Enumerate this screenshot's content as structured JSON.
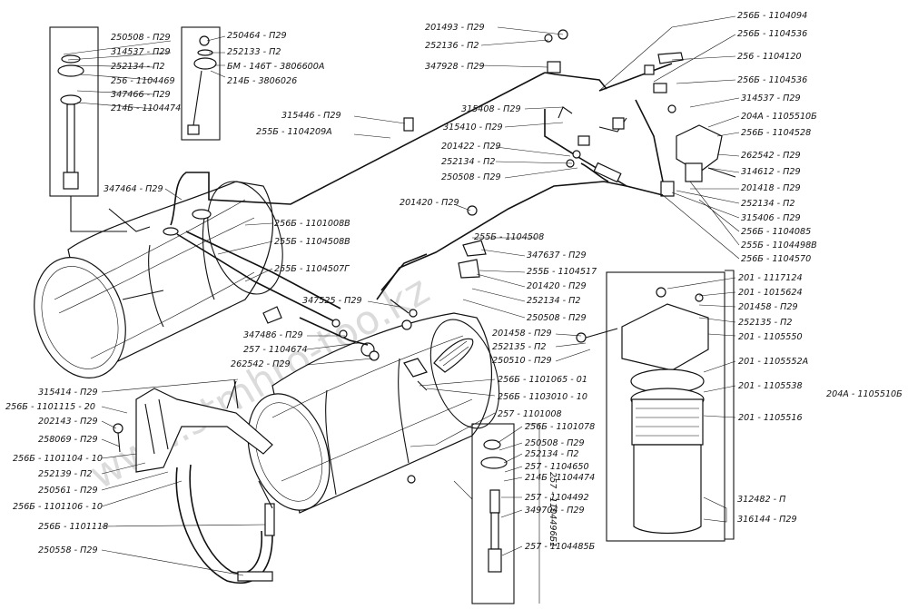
{
  "watermark": "www.stmhro-too.kz",
  "labels": {
    "l1": "250508 - П29",
    "l2": "314537 - П29",
    "l3": "252134 - П2",
    "l4": "256 - 1104469",
    "l5": "347466 - П29",
    "l6": "214Б - 1104474",
    "l7": "250464 - П29",
    "l8": "252133 - П2",
    "l9": "БМ - 146Т - 3806600А",
    "l10": "214Б - 3806026",
    "l11": "201493 - П29",
    "l12": "252136 - П2",
    "l13": "347928 - П29",
    "l14": "256Б - 1104094",
    "l15": "256Б - 1104536",
    "l16": "256 - 1104120",
    "l17": "256Б - 1104536",
    "l18": "314537 - П29",
    "l19": "204А - 1105510Б",
    "l20": "256Б - 1104528",
    "l21": "262542 - П29",
    "l22": "314612 - П29",
    "l23": "201418 - П29",
    "l24": "252134 - П2",
    "l25": "315406 - П29",
    "l26": "256Б - 1104085",
    "l27": "255Б - 1104498В",
    "l28": "256Б - 1104570",
    "l29": "315446 - П29",
    "l30": "255Б - 1104209А",
    "l31": "315408 - П29",
    "l32": "315410 - П29",
    "l33": "201422 - П29",
    "l34": "252134 - П2",
    "l35": "250508 - П29",
    "l36": "201420 - П29",
    "l37": "347464 - П29",
    "l38": "256Б - 1101008В",
    "l39": "255Б - 1104508В",
    "l40": "255Б - 1104507Г",
    "l41": "255Б - 1104508",
    "l42": "347637 - П29",
    "l43": "255Б - 1104517",
    "l44": "201420 - П29",
    "l45": "252134 - П2",
    "l46": "250508 - П29",
    "l47": "347525 - П29",
    "l48": "347486 - П29",
    "l49": "257 - 1104674",
    "l50": "262542 - П29",
    "l51": "201458 - П29",
    "l52": "252135 - П2",
    "l53": "250510 - П29",
    "l54": "201 - 1117124",
    "l55": "201 - 1015624",
    "l56": "201458 - П29",
    "l57": "252135 - П2",
    "l58": "201 - 1105550",
    "l59": "201 - 1105552А",
    "l60": "201 - 1105538",
    "l61": "201 - 1105516",
    "l62": "204А - 1105510Б",
    "l63": "315414 - П29",
    "l64": "256Б - 1101115 - 20",
    "l65": "202143 - П29",
    "l66": "258069 - П29",
    "l67": "256Б - 1101104 - 10",
    "l68": "252139 - П2",
    "l69": "250561 - П29",
    "l70": "256Б - 1101106 - 10",
    "l71": "256Б - 1101118",
    "l72": "250558 - П29",
    "l73": "256Б - 1101065 - 01",
    "l74": "256Б - 1103010 - 10",
    "l75": "257 - 1101008",
    "l76": "256Б - 1101078",
    "l77": "250508 - П29",
    "l78": "252134 - П2",
    "l79": "257 - 1104650",
    "l80": "214Б - 1104474",
    "l81": "257 - 1104492",
    "l82": "349704 - П29",
    "l83": "257 - 1104485Б",
    "l84": "257 - 1104496Б1",
    "l85": "312482 - П",
    "l86": "316144 - П29"
  }
}
